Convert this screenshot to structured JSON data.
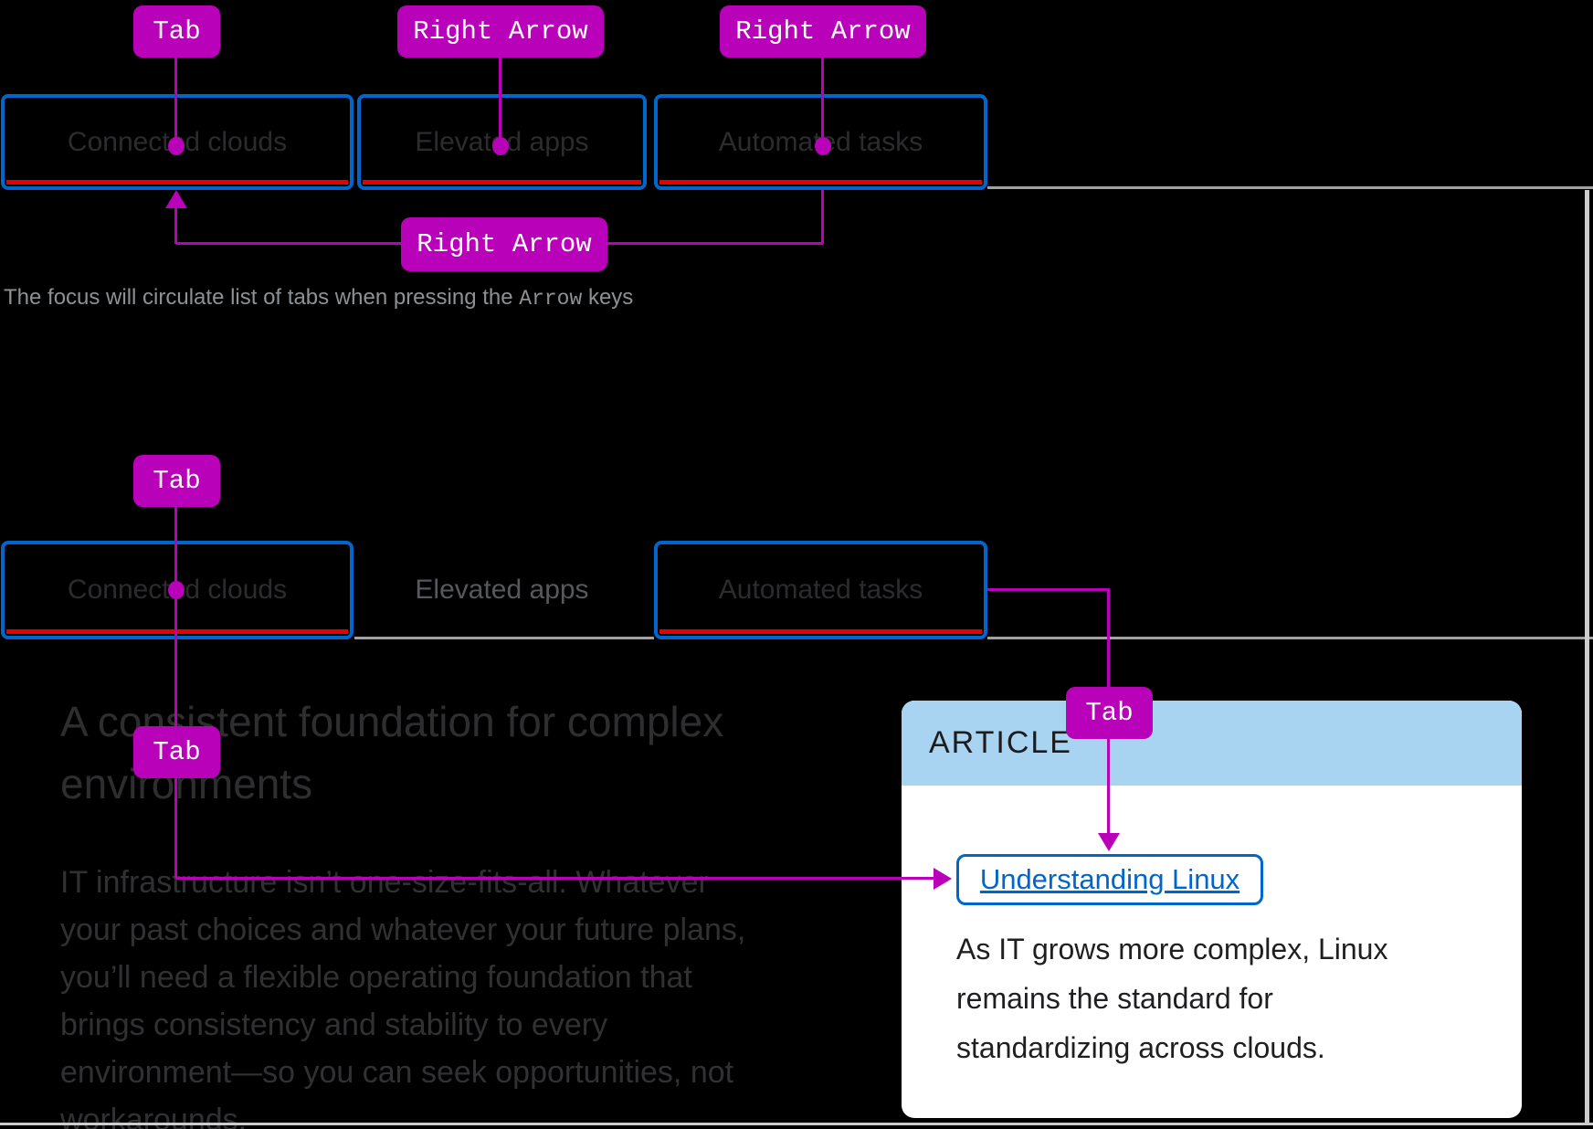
{
  "colors": {
    "background": "#000000",
    "key_label_magenta": "#b801b8",
    "tab_border_blue": "#0066cc",
    "active_tab_red": "#e60000",
    "page_frame_gray": "#a0a2a4",
    "caption_gray": "#8e9194",
    "card_header_blue": "#a9d4f1",
    "link_blue": "#0066cc"
  },
  "keys": {
    "tab": "Tab",
    "right_arrow": "Right Arrow"
  },
  "tabs": [
    "Connected clouds",
    "Elevated apps",
    "Automated tasks"
  ],
  "caption": {
    "prefix": "The focus will circulate list of tabs when pressing the ",
    "mono": "Arrow",
    "suffix": " keys"
  },
  "page": {
    "heading_lines": [
      "A consistent foundation for complex",
      "environments"
    ],
    "paragraph_lines": [
      "IT infrastructure isn’t one-size-fits-all. Whatever",
      "your past choices and whatever your future plans,",
      "you’ll need a flexible operating foundation that",
      "brings consistency and stability to every",
      "environment—so you can seek opportunities, not",
      "workarounds."
    ]
  },
  "card": {
    "eyebrow": "ARTICLE",
    "link_text": "Understanding Linux",
    "body_lines": [
      "As IT grows more complex, Linux",
      "remains the standard for",
      "standardizing across clouds."
    ]
  }
}
